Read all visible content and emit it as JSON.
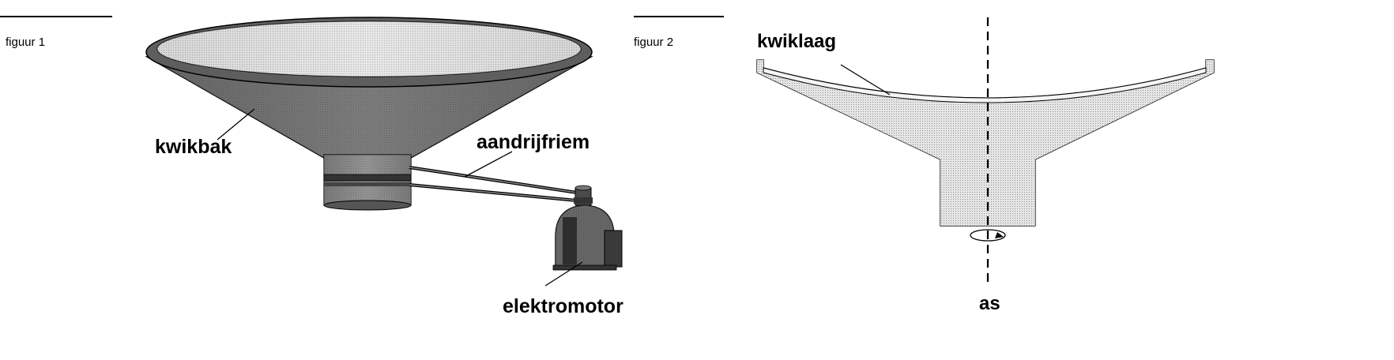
{
  "figure1": {
    "caption": "figuur 1",
    "labels": {
      "tank": "kwikbak",
      "belt": "aandrijfriem",
      "motor": "elektromotor"
    }
  },
  "figure2": {
    "caption": "figuur 2",
    "labels": {
      "layer": "kwiklaag",
      "axis": "as"
    }
  },
  "colors": {
    "ink": "#000000",
    "dark_shade": "#6b6b6b",
    "mid_shade": "#9a9a9a",
    "light_shade": "#d9d9d9",
    "surface": "#c8c8c8"
  }
}
